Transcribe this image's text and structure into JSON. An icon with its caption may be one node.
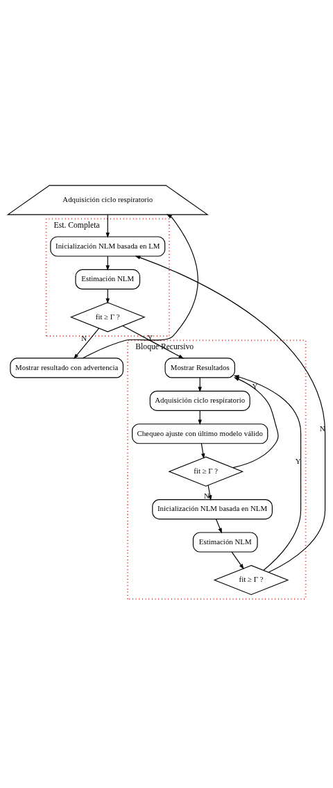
{
  "diagram": {
    "nodes": [
      {
        "text": [
          "Adquisición ciclo respiratorio"
        ]
      },
      {
        "text": [
          "Est. Completa"
        ]
      },
      {
        "text": [
          "Inicialización NLM basada en LM"
        ],
        "in": 1
      },
      {
        "text": [
          "Estimación NLM"
        ],
        "in": 1
      },
      {
        "text": [
          "fit ≥ Γ ?"
        ],
        "in": 1
      },
      {
        "text": [
          "Mostrar resultado con advertencia"
        ]
      },
      {
        "text": [
          "Bloque Recursivo"
        ]
      },
      {
        "text": [
          "Mostrar Resultados"
        ],
        "in": 6
      },
      {
        "text": [
          "Adquisición ciclo respiratorio"
        ],
        "in": 6
      },
      {
        "text": [
          "Chequeo ajuste con último modelo válido"
        ],
        "in": 6
      },
      {
        "text": [
          "fit ≥ Γ ?"
        ],
        "in": 6
      },
      {
        "text": [
          "Inicialización NLM basada en NLM"
        ],
        "in": 6
      },
      {
        "text": [
          "Estimación NLM"
        ],
        "in": 6
      },
      {
        "text": [
          "fit ≥ Γ ?"
        ],
        "in": 6
      }
    ],
    "edges": [
      {
        "from": 0,
        "to": 2,
        "arrow": "to"
      },
      {
        "from": 2,
        "to": 3,
        "arrow": "to"
      },
      {
        "from": 3,
        "to": 4,
        "arrow": "to"
      },
      {
        "from": 4,
        "to": 5,
        "arrow": "to",
        "label": "N"
      },
      {
        "from": 5,
        "to": 0,
        "arrow": "to"
      },
      {
        "from": 4,
        "to": 7,
        "arrow": "to",
        "label": "Y"
      },
      {
        "from": 7,
        "to": 8,
        "arrow": "to"
      },
      {
        "from": 8,
        "to": 9,
        "arrow": "to"
      },
      {
        "from": 9,
        "to": 10,
        "arrow": "to"
      },
      {
        "from": 10,
        "to": 7,
        "arrow": "to",
        "label": "Y"
      },
      {
        "from": 10,
        "to": 11,
        "arrow": "to",
        "label": "N"
      },
      {
        "from": 11,
        "to": 12,
        "arrow": "to"
      },
      {
        "from": 12,
        "to": 13,
        "arrow": "to"
      },
      {
        "from": 13,
        "to": 2,
        "arrow": "to",
        "label": "N"
      },
      {
        "from": 13,
        "to": 7,
        "arrow": "to",
        "label": "Y"
      }
    ]
  }
}
